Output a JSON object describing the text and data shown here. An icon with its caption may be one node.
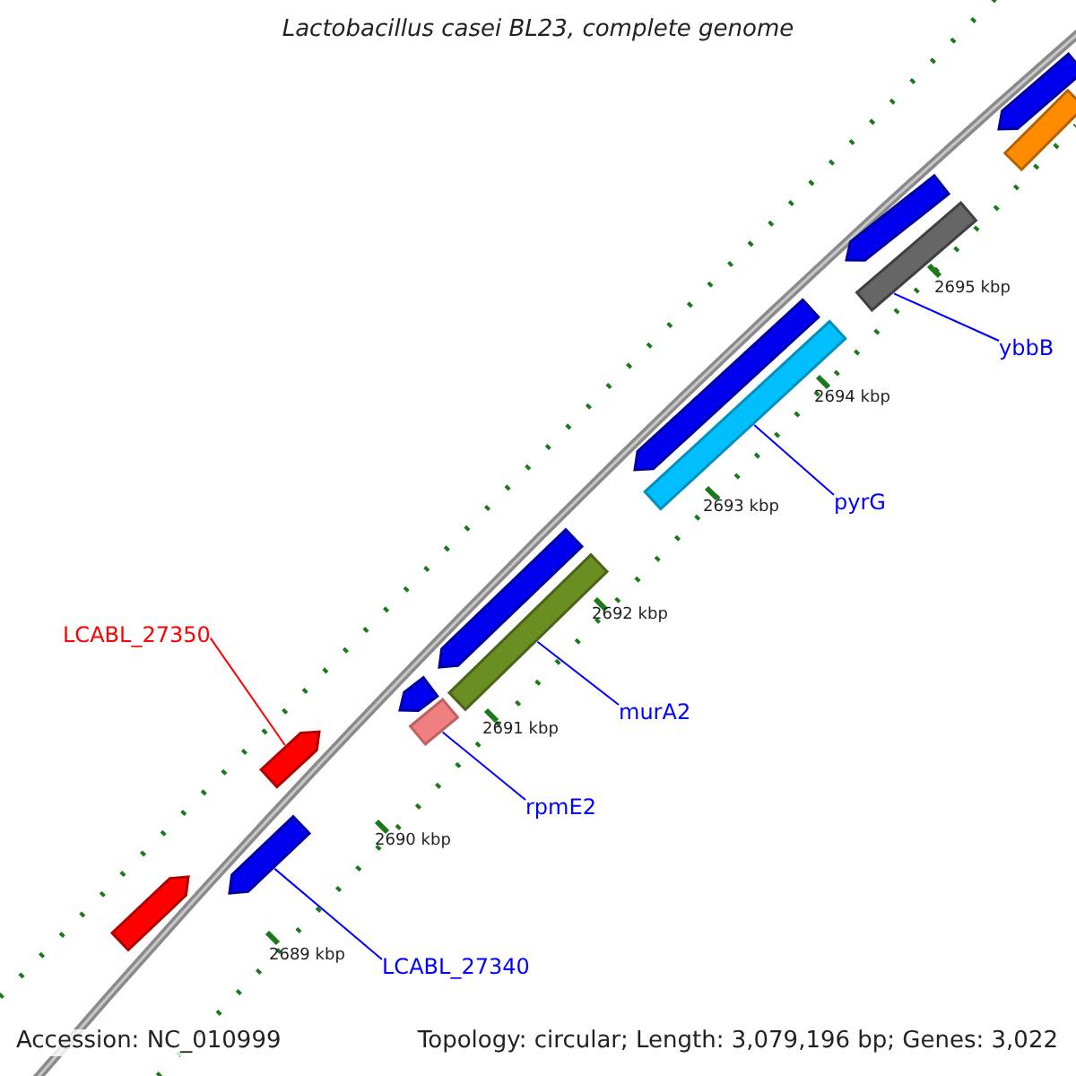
{
  "diagram": {
    "title": "Lactobacillus casei BL23, complete genome",
    "nodes": [
      {
        "text": [
          "LCABL_27350"
        ]
      },
      {
        "text": [],
        "shape": "bar"
      },
      {
        "text": [
          "murA2"
        ]
      },
      {
        "text": [],
        "shape": "bar"
      },
      {
        "text": [
          "rpmE2"
        ]
      },
      {
        "text": [],
        "shape": "bar"
      },
      {
        "text": [
          "LCABL_27340"
        ]
      },
      {
        "text": [],
        "shape": "bar"
      },
      {
        "text": [
          "pyrG"
        ]
      },
      {
        "text": [],
        "shape": "bar"
      },
      {
        "text": [
          "ybbB"
        ]
      },
      {
        "text": [],
        "shape": "bar"
      },
      {
        "text": [],
        "shape": "bar"
      },
      {
        "text": [],
        "shape": "bar"
      },
      {
        "text": [],
        "shape": "bar"
      },
      {
        "text": [],
        "shape": "bar"
      },
      {
        "text": [],
        "shape": "bar"
      },
      {
        "text": [],
        "shape": "bar"
      },
      {
        "text": [],
        "shape": "bar"
      }
    ],
    "edges": [
      {
        "from": 0,
        "to": 1,
        "arrow": "none",
        "color": "#ff0000"
      },
      {
        "from": 2,
        "to": 3,
        "arrow": "none"
      },
      {
        "from": 4,
        "to": 5,
        "arrow": "none"
      },
      {
        "from": 6,
        "to": 7,
        "arrow": "none"
      },
      {
        "from": 8,
        "to": 9,
        "arrow": "none"
      },
      {
        "from": 10,
        "to": 11,
        "arrow": "none"
      }
    ],
    "labels": [
      "2695 kbp",
      "2694 kbp",
      "2693 kbp",
      "2692 kbp",
      "2691 kbp",
      "2690 kbp",
      "2689 kbp",
      "Accession: NC_010999",
      "Topology: circular; Length: 3,079,196 bp; Genes: 3,022"
    ]
  }
}
